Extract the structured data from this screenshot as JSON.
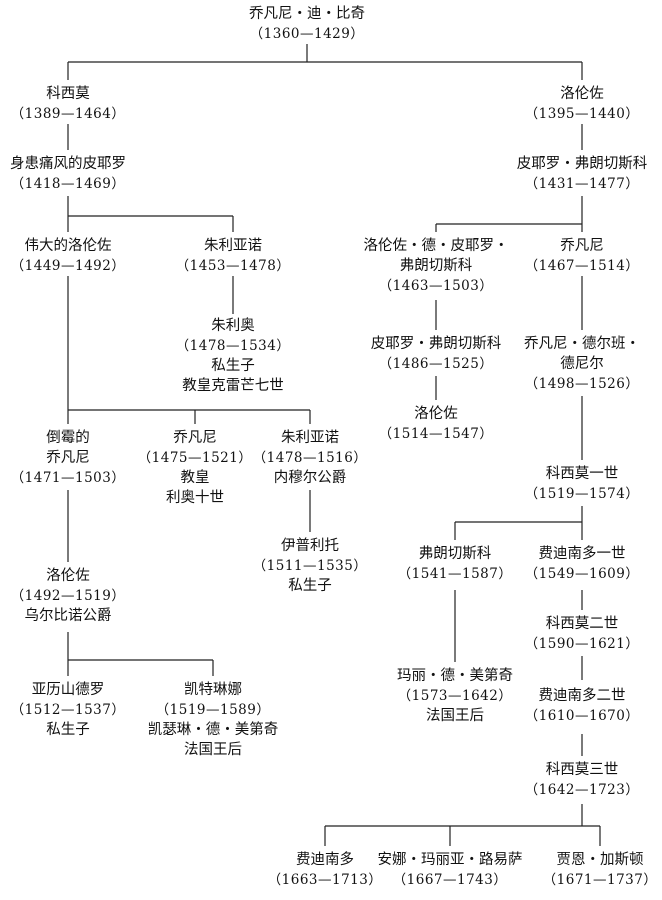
{
  "nodes": {
    "root": {
      "l1": "乔凡尼・迪・比奇",
      "l2": "（1360—1429）"
    },
    "cosimo": {
      "l1": "科西莫",
      "l2": "（1389—1464）"
    },
    "lorenzo_elder": {
      "l1": "洛伦佐",
      "l2": "（1395—1440）"
    },
    "piero_gouty": {
      "l1": "身患痛风的皮耶罗",
      "l2": "（1418—1469）"
    },
    "pierfrancesco": {
      "l1": "皮耶罗・弗朗切斯科",
      "l2": "（1431—1477）"
    },
    "lorenzo_magnificent": {
      "l1": "伟大的洛伦佐",
      "l2": "（1449—1492）"
    },
    "giuliano": {
      "l1": "朱利亚诺",
      "l2": "（1453—1478）"
    },
    "lorenzo_popolano": {
      "l1": "洛伦佐・德・皮耶罗・",
      "l2": "弗朗切斯科",
      "l3": "（1463—1503）"
    },
    "giovanni_popolano": {
      "l1": "乔凡尼",
      "l2": "（1467—1514）"
    },
    "giulio": {
      "l1": "朱利奥",
      "l2": "（1478—1534）",
      "l3": "私生子",
      "l4": "教皇克雷芒七世"
    },
    "pierfrancesco_young": {
      "l1": "皮耶罗・弗朗切斯科",
      "l2": "（1486—1525）"
    },
    "giovanni_bande_nere": {
      "l1": "乔凡尼・德尔班・",
      "l2": "德尼尔",
      "l3": "（1498—1526）"
    },
    "lorenzino": {
      "l1": "洛伦佐",
      "l2": "（1514—1547）"
    },
    "piero_unfortunate": {
      "l1": "倒霉的",
      "l2": "乔凡尼",
      "l3": "（1471—1503）"
    },
    "giovanni_leo": {
      "l1": "乔凡尼",
      "l2": "（1475—1521）",
      "l3": "教皇",
      "l4": "利奥十世"
    },
    "giuliano_nemours": {
      "l1": "朱利亚诺",
      "l2": "（1478—1516）",
      "l3": "内穆尔公爵"
    },
    "cosimo_i": {
      "l1": "科西莫一世",
      "l2": "（1519—1574）"
    },
    "ippolito": {
      "l1": "伊普利托",
      "l2": "（1511—1535）",
      "l3": "私生子"
    },
    "lorenzo_urbino": {
      "l1": "洛伦佐",
      "l2": "（1492—1519）",
      "l3": "乌尔比诺公爵"
    },
    "francesco_i": {
      "l1": "弗朗切斯科",
      "l2": "（1541—1587）"
    },
    "ferdinando_i": {
      "l1": "费迪南多一世",
      "l2": "（1549—1609）"
    },
    "cosimo_ii": {
      "l1": "科西莫二世",
      "l2": "（1590—1621）"
    },
    "maria": {
      "l1": "玛丽・德・美第奇",
      "l2": "（1573—1642）",
      "l3": "法国王后"
    },
    "ferdinando_ii": {
      "l1": "费迪南多二世",
      "l2": "（1610—1670）"
    },
    "alessandro": {
      "l1": "亚历山德罗",
      "l2": "（1512—1537）",
      "l3": "私生子"
    },
    "caterina": {
      "l1": "凯特琳娜",
      "l2": "（1519—1589）",
      "l3": "凯瑟琳・德・美第奇",
      "l4": "法国王后"
    },
    "cosimo_iii": {
      "l1": "科西莫三世",
      "l2": "（1642—1723）"
    },
    "ferdinando": {
      "l1": "费迪南多",
      "l2": "（1663—1713）"
    },
    "anna_maria": {
      "l1": "安娜・玛丽亚・路易萨",
      "l2": "（1667—1743）"
    },
    "gian_gastone": {
      "l1": "贾恩・加斯顿",
      "l2": "（1671—1737）"
    }
  }
}
